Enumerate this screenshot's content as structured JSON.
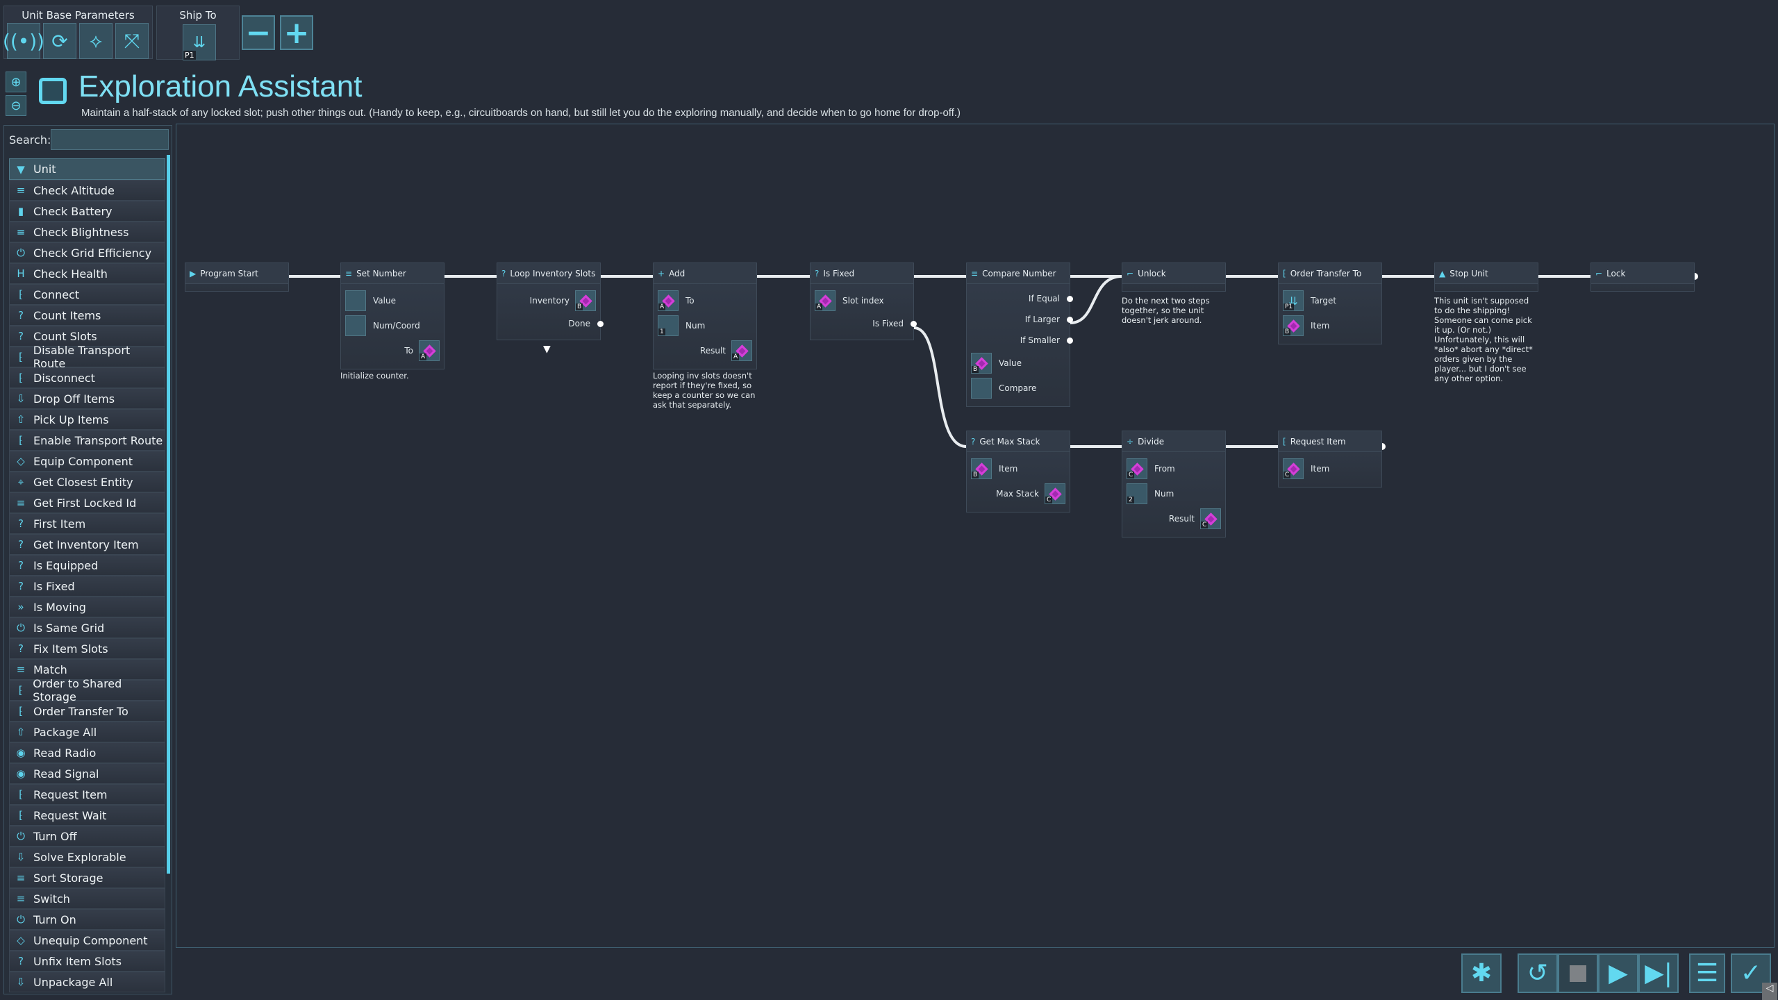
{
  "toolbar": {
    "unit_base_parameters": "Unit Base Parameters",
    "ship_to": "Ship To",
    "ship_to_slot_badge": "P1",
    "minus": "−",
    "plus": "+",
    "unit_icons": [
      "signal-icon",
      "refresh-icon",
      "link-icon",
      "compress-icon"
    ]
  },
  "program": {
    "title": "Exploration Assistant",
    "description": "Maintain a half-stack of any locked slot; push other things out.  (Handy to keep, e.g., circuitboards on hand, but still let you do the exploring manually, and decide when to go home for drop-off.)"
  },
  "sidebar": {
    "search_label": "Search:",
    "search_value": "",
    "category": "Unit",
    "items": [
      {
        "label": "Check Altitude",
        "icon": "≡"
      },
      {
        "label": "Check Battery",
        "icon": "▮"
      },
      {
        "label": "Check Blightness",
        "icon": "≡"
      },
      {
        "label": "Check Grid Efficiency",
        "icon": "⏻"
      },
      {
        "label": "Check Health",
        "icon": "H"
      },
      {
        "label": "Connect",
        "icon": "⁅"
      },
      {
        "label": "Count Items",
        "icon": "?"
      },
      {
        "label": "Count Slots",
        "icon": "?"
      },
      {
        "label": "Disable Transport Route",
        "icon": "⁅"
      },
      {
        "label": "Disconnect",
        "icon": "⁅"
      },
      {
        "label": "Drop Off Items",
        "icon": "⇩"
      },
      {
        "label": "Pick Up Items",
        "icon": "⇧"
      },
      {
        "label": "Enable Transport Route",
        "icon": "⁅"
      },
      {
        "label": "Equip Component",
        "icon": "◇"
      },
      {
        "label": "Get Closest Entity",
        "icon": "⌖"
      },
      {
        "label": "Get First Locked Id",
        "icon": "≡"
      },
      {
        "label": "First Item",
        "icon": "?"
      },
      {
        "label": "Get Inventory Item",
        "icon": "?"
      },
      {
        "label": "Is Equipped",
        "icon": "?"
      },
      {
        "label": "Is Fixed",
        "icon": "?"
      },
      {
        "label": "Is Moving",
        "icon": "»"
      },
      {
        "label": "Is Same Grid",
        "icon": "⏻"
      },
      {
        "label": "Fix Item Slots",
        "icon": "?"
      },
      {
        "label": "Match",
        "icon": "≡"
      },
      {
        "label": "Order to Shared Storage",
        "icon": "⁅"
      },
      {
        "label": "Order Transfer To",
        "icon": "⁅"
      },
      {
        "label": "Package All",
        "icon": "⇧"
      },
      {
        "label": "Read Radio",
        "icon": "◉"
      },
      {
        "label": "Read Signal",
        "icon": "◉"
      },
      {
        "label": "Request Item",
        "icon": "⁅"
      },
      {
        "label": "Request Wait",
        "icon": "⁅"
      },
      {
        "label": "Turn Off",
        "icon": "⏻"
      },
      {
        "label": "Solve Explorable",
        "icon": "⇩"
      },
      {
        "label": "Sort Storage",
        "icon": "≡"
      },
      {
        "label": "Switch",
        "icon": "≡"
      },
      {
        "label": "Turn On",
        "icon": "⏻"
      },
      {
        "label": "Unequip Component",
        "icon": "◇"
      },
      {
        "label": "Unfix Item Slots",
        "icon": "?"
      },
      {
        "label": "Unpackage All",
        "icon": "⇩"
      }
    ]
  },
  "nodes": [
    {
      "title": "Program Start",
      "icon": "▶",
      "rows": []
    },
    {
      "title": "Set Number",
      "icon": "≡",
      "rows": [
        {
          "kind": "param",
          "side": "left",
          "label": "Value"
        },
        {
          "kind": "param",
          "side": "left",
          "label": "Num/Coord"
        },
        {
          "kind": "param",
          "side": "right",
          "label": "To",
          "badge": "A",
          "diamond": true
        }
      ],
      "comment": "Initialize counter."
    },
    {
      "title": "Loop Inventory Slots",
      "icon": "?",
      "rows": [
        {
          "kind": "param",
          "side": "right",
          "label": "Inventory",
          "badge": "B",
          "diamond": true
        },
        {
          "kind": "out",
          "label": "Done"
        }
      ],
      "loop_arrow": "▼"
    },
    {
      "title": "Add",
      "icon": "+",
      "rows": [
        {
          "kind": "param",
          "side": "left",
          "label": "To",
          "badge": "A",
          "diamond": true
        },
        {
          "kind": "param",
          "side": "left",
          "label": "Num",
          "badge": "1"
        },
        {
          "kind": "param",
          "side": "right",
          "label": "Result",
          "badge": "A",
          "diamond": true
        }
      ],
      "comment": "Looping inv slots doesn't report if they're fixed, so keep a counter so we can ask that separately."
    },
    {
      "title": "Is Fixed",
      "icon": "?",
      "rows": [
        {
          "kind": "param",
          "side": "left",
          "label": "Slot index",
          "badge": "A",
          "diamond": true
        },
        {
          "kind": "out",
          "label": "Is Fixed"
        }
      ]
    },
    {
      "title": "Compare Number",
      "icon": "≡",
      "rows": [
        {
          "kind": "out",
          "label": "If Equal"
        },
        {
          "kind": "out",
          "label": "If Larger"
        },
        {
          "kind": "out",
          "label": "If Smaller"
        },
        {
          "kind": "param",
          "side": "left",
          "label": "Value",
          "badge": "B",
          "diamond": true
        },
        {
          "kind": "param",
          "side": "left",
          "label": "Compare"
        }
      ]
    },
    {
      "title": "Unlock",
      "icon": "⌐",
      "rows": [],
      "comment": "Do the next two steps together, so the unit doesn't jerk around."
    },
    {
      "title": "Order Transfer To",
      "icon": "⁅",
      "rows": [
        {
          "kind": "param",
          "side": "left",
          "label": "Target",
          "badge": "P1",
          "ship": true
        },
        {
          "kind": "param",
          "side": "left",
          "label": "Item",
          "badge": "B",
          "diamond": true
        }
      ]
    },
    {
      "title": "Stop Unit",
      "icon": "▲",
      "rows": [],
      "comment": "This unit isn't supposed to do the shipping!  Someone can come pick it up.  (Or not.)  Unfortunately, this will *also* abort any *direct* orders given by the player... but I don't see any other option."
    },
    {
      "title": "Lock",
      "icon": "⌐",
      "rows": []
    },
    {
      "title": "Get Max Stack",
      "icon": "?",
      "rows": [
        {
          "kind": "param",
          "side": "left",
          "label": "Item",
          "badge": "B",
          "diamond": true
        },
        {
          "kind": "param",
          "side": "right",
          "label": "Max Stack",
          "badge": "C",
          "diamond": true
        }
      ]
    },
    {
      "title": "Divide",
      "icon": "÷",
      "rows": [
        {
          "kind": "param",
          "side": "left",
          "label": "From",
          "badge": "C",
          "diamond": true
        },
        {
          "kind": "param",
          "side": "left",
          "label": "Num",
          "badge": "2"
        },
        {
          "kind": "param",
          "side": "right",
          "label": "Result",
          "badge": "C",
          "diamond": true
        }
      ]
    },
    {
      "title": "Request Item",
      "icon": "⁅",
      "rows": [
        {
          "kind": "param",
          "side": "left",
          "label": "Item",
          "badge": "C",
          "diamond": true
        }
      ]
    }
  ],
  "controls": [
    {
      "name": "debug-button",
      "icon": "bug-icon"
    },
    {
      "name": "reset-button",
      "icon": "restart-icon"
    },
    {
      "name": "stop-button",
      "icon": "stop-icon"
    },
    {
      "name": "run-button",
      "icon": "play-icon"
    },
    {
      "name": "step-button",
      "icon": "step-icon"
    },
    {
      "name": "library-button",
      "icon": "server-icon"
    },
    {
      "name": "confirm-button",
      "icon": "check-icon"
    }
  ]
}
